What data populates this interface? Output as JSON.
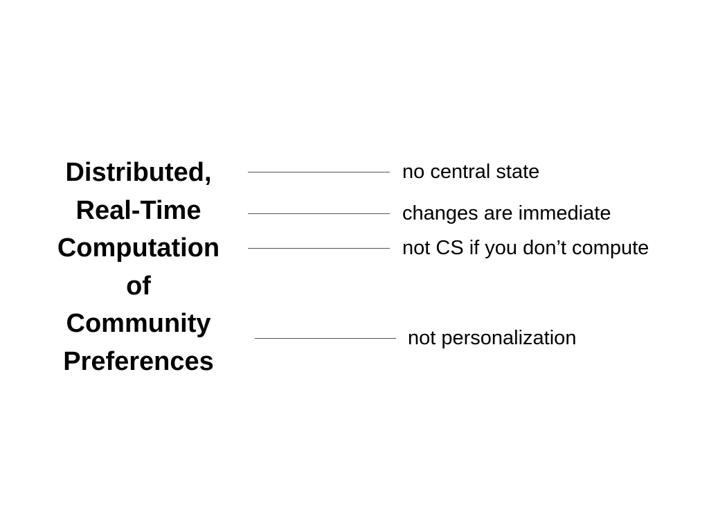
{
  "title_lines": [
    "Distributed,",
    "Real-Time",
    "Computation",
    "of",
    "Community",
    "Preferences"
  ],
  "annotations": [
    "no central state",
    "changes are immediate",
    "not CS if you don’t compute",
    "not personalization"
  ]
}
